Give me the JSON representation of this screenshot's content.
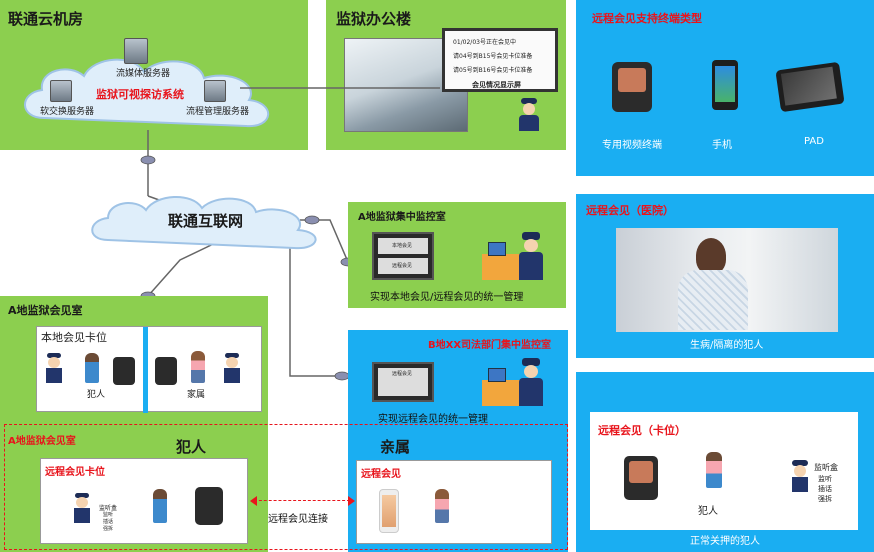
{
  "cloud_room": {
    "title": "联通云机房",
    "system": "监狱可视探访系统",
    "servers": [
      "流媒体服务器",
      "软交换服务器",
      "流程管理服务器"
    ]
  },
  "office": {
    "title": "监狱办公楼",
    "board_lines": [
      "01/02/03号正在会见中",
      "请04号到B15号会见卡位准备",
      "请05号到B16号会见卡位准备"
    ],
    "board_caption": "会见情况显示屏"
  },
  "terminals": {
    "title": "远程会见支持终端类型",
    "items": [
      "专用视频终端",
      "手机",
      "PAD"
    ]
  },
  "internet": {
    "label": "联通互联网"
  },
  "a_monitor": {
    "title": "A地监狱集中监控室",
    "screen_tiles": [
      "本地会见",
      "远程会见"
    ],
    "caption": "实现本地会见/远程会见的统一管理"
  },
  "hospital": {
    "title": "远程会见（医院）",
    "caption": "生病/隔离的犯人"
  },
  "a_meeting": {
    "title": "A地监狱会见室",
    "local_booth": "本地会见卡位",
    "prisoner": "犯人",
    "family": "家属"
  },
  "b_monitor": {
    "title": "B地XX司法部门集中监控室",
    "screen_tile": "远程会见",
    "caption": "实现远程会见的统一管理"
  },
  "remote_section": {
    "left_title": "A地监狱会见室",
    "prisoner_header": "犯人",
    "family_header": "亲属",
    "remote_booth": "远程会见卡位",
    "remote_meeting": "远程会见",
    "monitor_box": [
      "监听盒",
      "监听",
      "插话",
      "强拆"
    ],
    "link": "远程会见连接"
  },
  "booth_panel": {
    "title": "远程会见（卡位）",
    "prisoner": "犯人",
    "monitor_box": [
      "监听盒",
      "监听",
      "插话",
      "强拆"
    ],
    "caption": "正常关押的犯人"
  },
  "colors": {
    "green": "#8ccf4f",
    "blue": "#1aaef2",
    "red": "#e8141c"
  }
}
